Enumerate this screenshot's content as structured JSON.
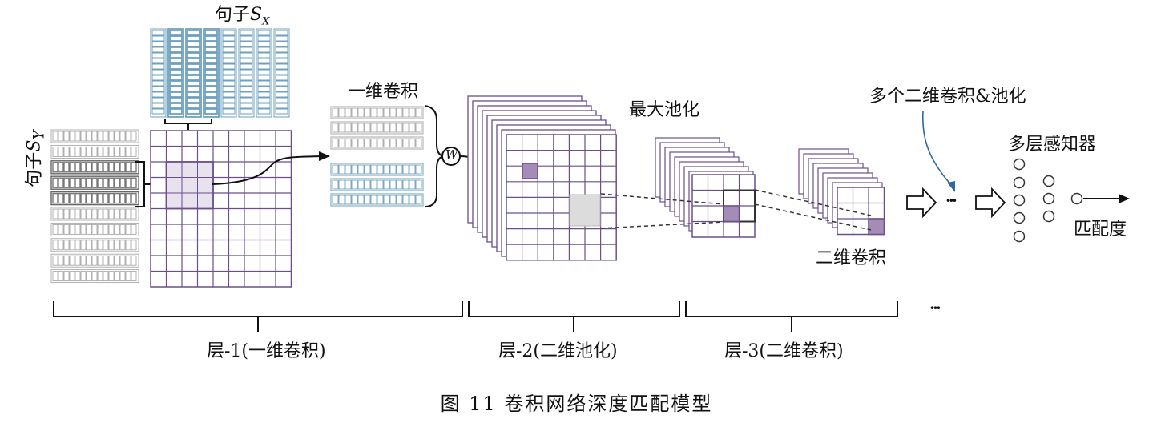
{
  "labels": {
    "sentence_x": "句子",
    "sentence_x_var": "S",
    "sentence_x_sub": "X",
    "sentence_y": "句子",
    "sentence_y_var": "S",
    "sentence_y_sub": "Y",
    "conv1d": "一维卷积",
    "weight": "W",
    "max_pooling": "最大池化",
    "conv2d": "二维卷积",
    "multi_conv_pool": "多个二维卷积&池化",
    "mlp": "多层感知器",
    "match_score": "匹配度",
    "ellipsis_mid": "···",
    "ellipsis_bottom": "···"
  },
  "layers": [
    {
      "label": "层-1(一维卷积)"
    },
    {
      "label": "层-2(二维池化)"
    },
    {
      "label": "层-3(二维卷积)"
    }
  ],
  "caption": "图 11   卷积网络深度匹配模型",
  "colors": {
    "grid": "#6b4f8a",
    "cell_highlight": "#e8e2ef",
    "cell_dark": "#a58bb8",
    "blue": "#6fa0bd",
    "gray": "#a9a9a9",
    "line": "#111111",
    "arrow_blue": "#2b6a9e"
  }
}
